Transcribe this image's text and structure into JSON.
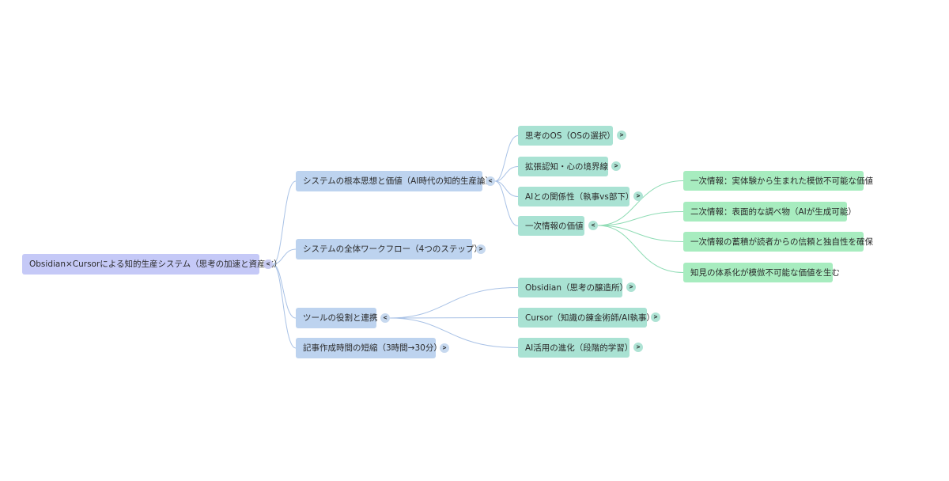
{
  "mindmap": {
    "root": {
      "label": "Obsidian×Cursorによる知的生産システム（思考の加速と資産化）",
      "toggle": "<"
    },
    "branches": [
      {
        "label": "システムの根本思想と価値（AI時代の知的生産論）",
        "toggle": "<",
        "children": [
          {
            "label": "思考のOS（OSの選択）",
            "toggle": ">"
          },
          {
            "label": "拡張認知・心の境界線",
            "toggle": ">"
          },
          {
            "label": "AIとの関係性（執事vs部下）",
            "toggle": ">"
          },
          {
            "label": "一次情報の価値",
            "toggle": "<",
            "children": [
              {
                "label": "一次情報：実体験から生まれた模倣不可能な価値"
              },
              {
                "label": "二次情報：表面的な調べ物（AIが生成可能）"
              },
              {
                "label": "一次情報の蓄積が読者からの信頼と独自性を確保"
              },
              {
                "label": "知見の体系化が模倣不可能な価値を生む"
              }
            ]
          }
        ]
      },
      {
        "label": "システムの全体ワークフロー（4つのステップ）",
        "toggle": ">"
      },
      {
        "label": "ツールの役割と連携",
        "toggle": "<",
        "children": [
          {
            "label": "Obsidian（思考の醸造所）",
            "toggle": ">"
          },
          {
            "label": "Cursor（知識の錬金術師/AI執事）",
            "toggle": ">"
          },
          {
            "label": "AI活用の進化（段階的学習）",
            "toggle": ">"
          }
        ]
      },
      {
        "label": "記事作成時間の短縮（3時間→30分）",
        "toggle": ">"
      }
    ]
  },
  "colors": {
    "root": "#c5c9f7",
    "level1": "#bdd3ef",
    "level2": "#a9e2d3",
    "level3": "#a7ecbf",
    "link_blue": "#a9c2e6",
    "link_green": "#8fdcb5"
  }
}
